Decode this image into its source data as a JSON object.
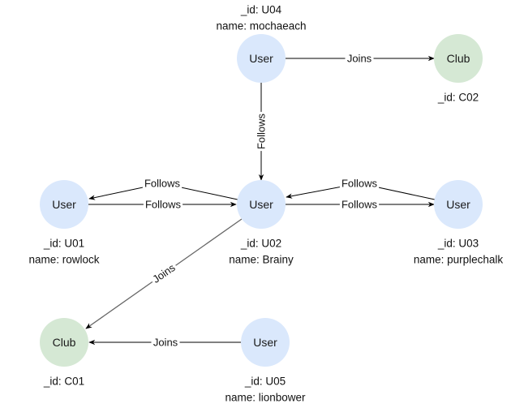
{
  "colors": {
    "user_fill": "#dae8fc",
    "club_fill": "#d5e8d4",
    "edge": "#000000",
    "edge_gray": "#666666"
  },
  "nodes": [
    {
      "key": "U04",
      "type": "user",
      "label": "User",
      "meta": [
        "_id: U04",
        "name: mochaeach"
      ],
      "meta_pos": "above"
    },
    {
      "key": "C02",
      "type": "club",
      "label": "Club",
      "meta": [
        "_id: C02"
      ],
      "meta_pos": "below"
    },
    {
      "key": "U01",
      "type": "user",
      "label": "User",
      "meta": [
        "_id: U01",
        "name: rowlock"
      ],
      "meta_pos": "below"
    },
    {
      "key": "U02",
      "type": "user",
      "label": "User",
      "meta": [
        "_id: U02",
        "name: Brainy"
      ],
      "meta_pos": "below"
    },
    {
      "key": "U03",
      "type": "user",
      "label": "User",
      "meta": [
        "_id: U03",
        "name: purplechalk"
      ],
      "meta_pos": "below"
    },
    {
      "key": "C01",
      "type": "club",
      "label": "Club",
      "meta": [
        "_id: C01"
      ],
      "meta_pos": "below"
    },
    {
      "key": "U05",
      "type": "user",
      "label": "User",
      "meta": [
        "_id: U05",
        "name: lionbower"
      ],
      "meta_pos": "below"
    }
  ],
  "edges": [
    {
      "from": "U04",
      "to": "C02",
      "label": "Joins"
    },
    {
      "from": "U04",
      "to": "U02",
      "label": "Follows"
    },
    {
      "from": "U02",
      "to": "U01",
      "label": "Follows"
    },
    {
      "from": "U01",
      "to": "U02",
      "label": "Follows"
    },
    {
      "from": "U03",
      "to": "U02",
      "label": "Follows"
    },
    {
      "from": "U02",
      "to": "U03",
      "label": "Follows"
    },
    {
      "from": "U02",
      "to": "C01",
      "label": "Joins"
    },
    {
      "from": "U05",
      "to": "C01",
      "label": "Joins"
    }
  ]
}
